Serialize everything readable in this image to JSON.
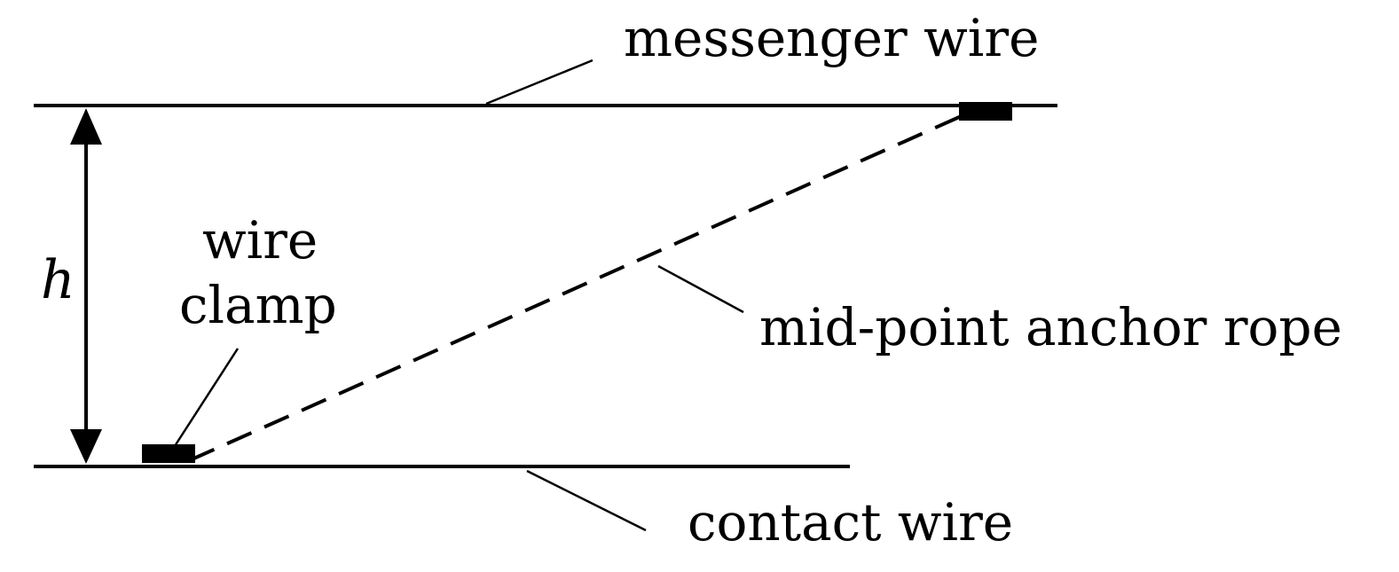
{
  "labels": {
    "messenger_wire": "messenger wire",
    "contact_wire": "contact wire",
    "anchor_rope": "mid-point anchor rope",
    "clamp_line1": "wire",
    "clamp_line2": "clamp",
    "height": "h"
  },
  "colors": {
    "ink": "#000000",
    "background": "#ffffff"
  }
}
